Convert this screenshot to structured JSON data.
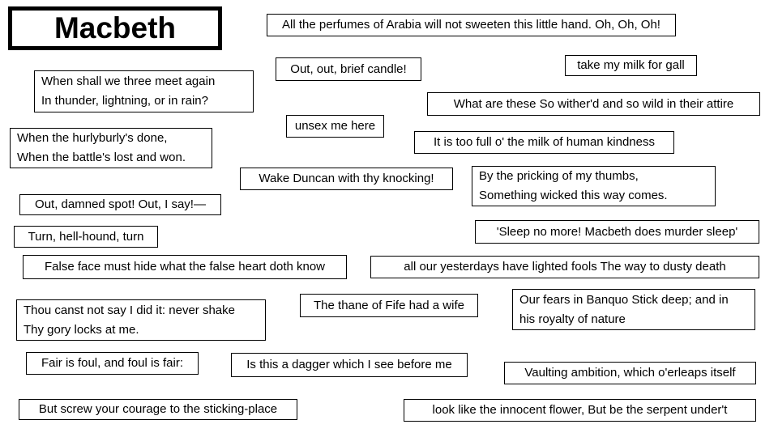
{
  "slide": {
    "title": "Macbeth",
    "background_color": "#ffffff",
    "border_color": "#000000",
    "text_color": "#000000",
    "quotes": [
      {
        "name": "perfumes-of-arabia",
        "text": "All the perfumes of Arabia will not sweeten this little hand. Oh, Oh, Oh!"
      },
      {
        "name": "milk-for-gall",
        "text": "take my milk for gall"
      },
      {
        "name": "brief-candle",
        "text": "Out, out, brief candle!"
      },
      {
        "name": "three-meet-again",
        "text": "When shall we three meet again\nIn thunder, lightning, or in rain?"
      },
      {
        "name": "witherd-attire",
        "text": "What are these So wither'd and so wild in their attire"
      },
      {
        "name": "unsex-me-here",
        "text": "unsex me here"
      },
      {
        "name": "hurlyburly",
        "text": "When the hurlyburly's done,\nWhen the battle's lost and won."
      },
      {
        "name": "milk-of-human-kindness",
        "text": "It is too full o' the milk of human kindness"
      },
      {
        "name": "wake-duncan",
        "text": "Wake Duncan with thy knocking!"
      },
      {
        "name": "pricking-of-thumbs",
        "text": "By the pricking of my thumbs,\nSomething wicked this way comes."
      },
      {
        "name": "damned-spot",
        "text": "Out, damned spot! Out, I say!—"
      },
      {
        "name": "sleep-no-more",
        "text": "'Sleep no more! Macbeth does murder sleep'"
      },
      {
        "name": "hell-hound",
        "text": "Turn, hell-hound, turn"
      },
      {
        "name": "false-face",
        "text": "False face must hide what the false heart doth know"
      },
      {
        "name": "yesterdays-dusty-death",
        "text": "all our yesterdays have lighted fools The way to dusty death"
      },
      {
        "name": "gory-locks",
        "text": "Thou canst not say I did it: never shake\nThy gory locks at me."
      },
      {
        "name": "thane-of-fife",
        "text": "The thane of Fife had a wife"
      },
      {
        "name": "fears-in-banquo",
        "text": "Our fears in Banquo Stick deep; and in\nhis royalty of nature"
      },
      {
        "name": "fair-is-foul",
        "text": "Fair is foul, and foul is fair:"
      },
      {
        "name": "dagger",
        "text": "Is this a dagger which I see before me"
      },
      {
        "name": "vaulting-ambition",
        "text": "Vaulting ambition, which o'erleaps itself"
      },
      {
        "name": "screw-your-courage",
        "text": "But screw your courage to the sticking-place"
      },
      {
        "name": "innocent-flower",
        "text": "look like the innocent flower, But be the serpent under't"
      }
    ]
  }
}
